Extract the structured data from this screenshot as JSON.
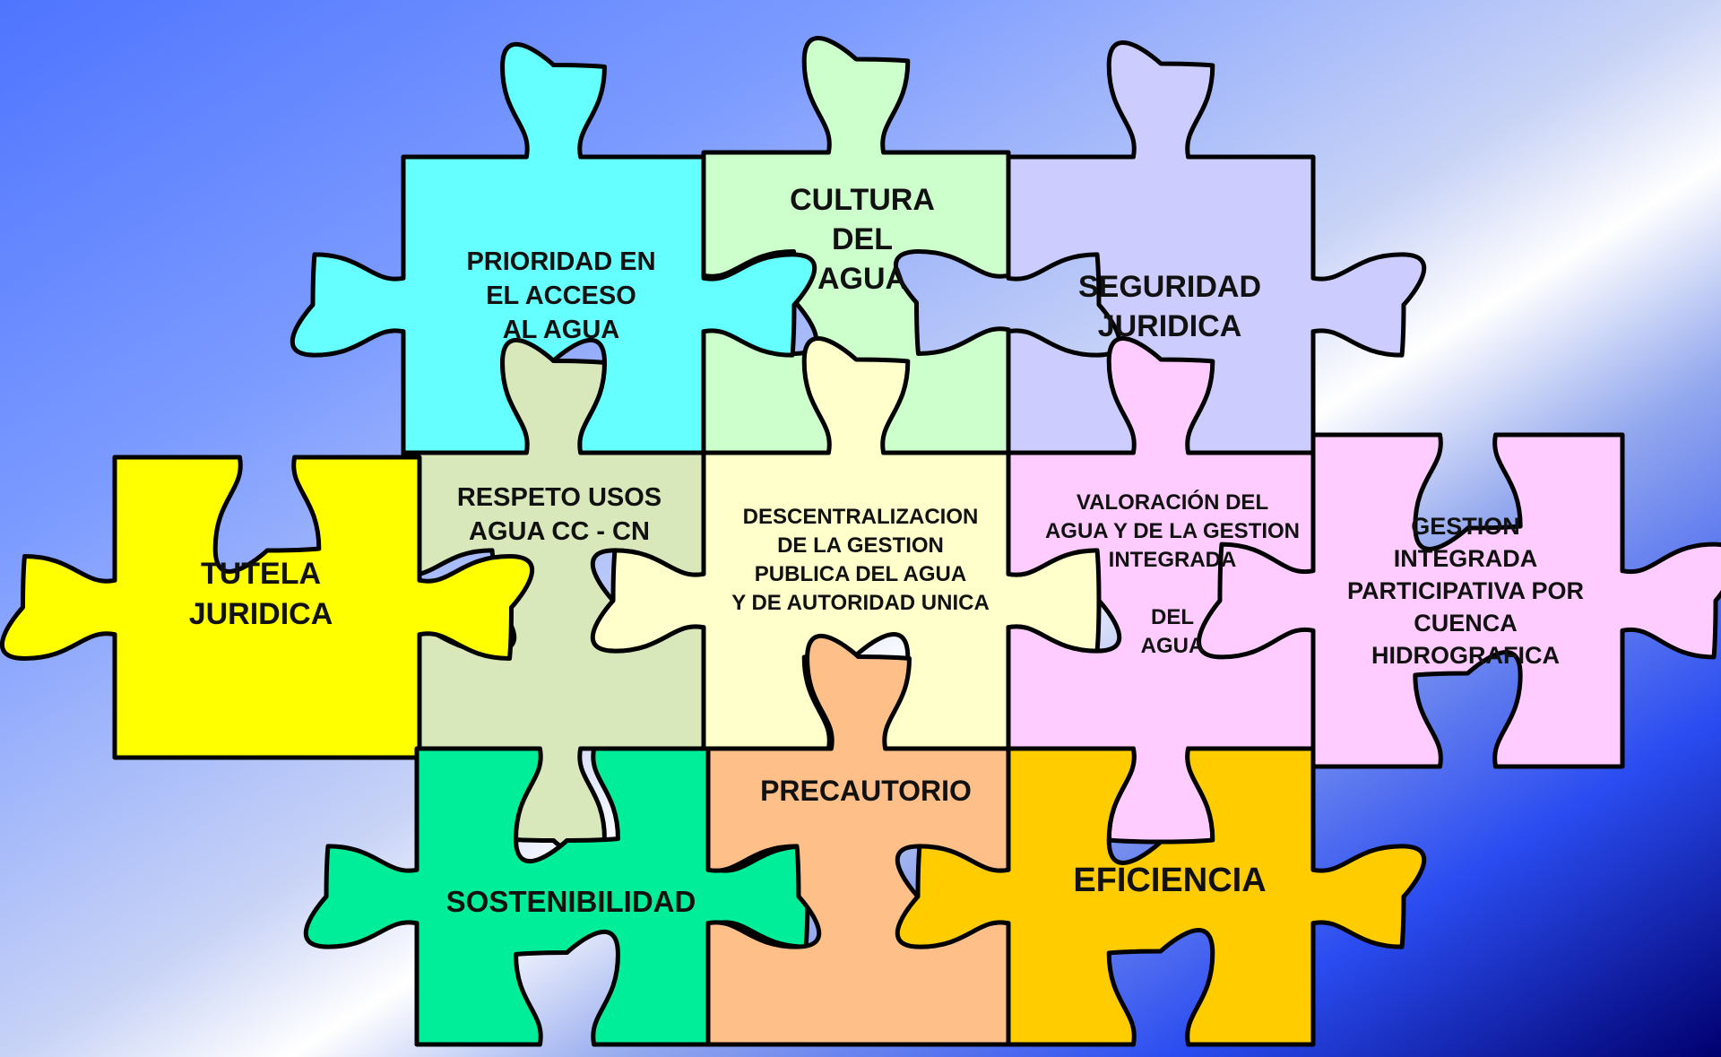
{
  "pieces": [
    {
      "id": "tutela",
      "label": "TUTELA\nJURIDICA",
      "color": "#ffff00"
    },
    {
      "id": "prioridad",
      "label": "PRIORIDAD EN\nEL  ACCESO\nAL AGUA",
      "color": "#66ffff"
    },
    {
      "id": "cultura",
      "label": "CULTURA\nDEL\nAGUA",
      "color": "#ccffcc"
    },
    {
      "id": "seguridad",
      "label": "SEGURIDAD\nJURIDICA",
      "color": "#ccccff"
    },
    {
      "id": "respeto",
      "label": "RESPETO USOS\nAGUA   CC - CN",
      "color": "#d9e8bb"
    },
    {
      "id": "descentralizacion",
      "label": "DESCENTRALIZACION\nDE LA GESTION\nPUBLICA DEL AGUA\nY DE AUTORIDAD UNICA",
      "color": "#ffffcc"
    },
    {
      "id": "valoracion",
      "label": "VALORACIÓN DEL\nAGUA Y DE LA GESTION\nINTEGRADA\n\nDEL\nAGUA",
      "color": "#ffccff"
    },
    {
      "id": "gestion",
      "label": "GESTION INTEGRADA\nPARTICIPATIVA  POR\nCUENCA HIDROGRAFICA",
      "color": "#ffccff"
    },
    {
      "id": "sostenibilidad",
      "label": "SOSTENIBILIDAD",
      "color": "#00ee99"
    },
    {
      "id": "precautorio",
      "label": "PRECAUTORIO",
      "color": "#ffbf88"
    },
    {
      "id": "eficiencia",
      "label": "EFICIENCIA",
      "color": "#ffcc00"
    }
  ]
}
